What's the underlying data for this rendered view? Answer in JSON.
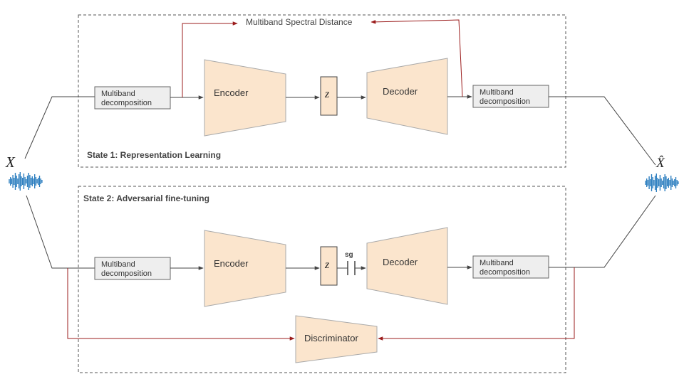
{
  "input_symbol": "X",
  "output_symbol": "X̂",
  "stage1": {
    "title": "State 1: Representation Learning",
    "loss_label": "Multiband Spectral Distance",
    "mb_in": [
      "Multiband",
      "decomposition"
    ],
    "encoder": "Encoder",
    "latent": "z",
    "decoder": "Decoder",
    "mb_out": [
      "Multiband",
      "decomposition"
    ]
  },
  "stage2": {
    "title": "State 2: Adversarial fine-tuning",
    "mb_in": [
      "Multiband",
      "decomposition"
    ],
    "encoder": "Encoder",
    "latent": "z",
    "stop_grad": "sg",
    "decoder": "Decoder",
    "mb_out": [
      "Multiband",
      "decomposition"
    ],
    "discriminator": "Discriminator"
  },
  "colors": {
    "block_fill": "#fbe5cd",
    "block_stroke": "#aaaaaa",
    "box_fill": "#eeeeee",
    "box_stroke": "#666666",
    "arrow": "#444444",
    "loss_arrow": "#9b1c1c",
    "waveform": "#2e7fc0",
    "dashed": "#555555"
  }
}
